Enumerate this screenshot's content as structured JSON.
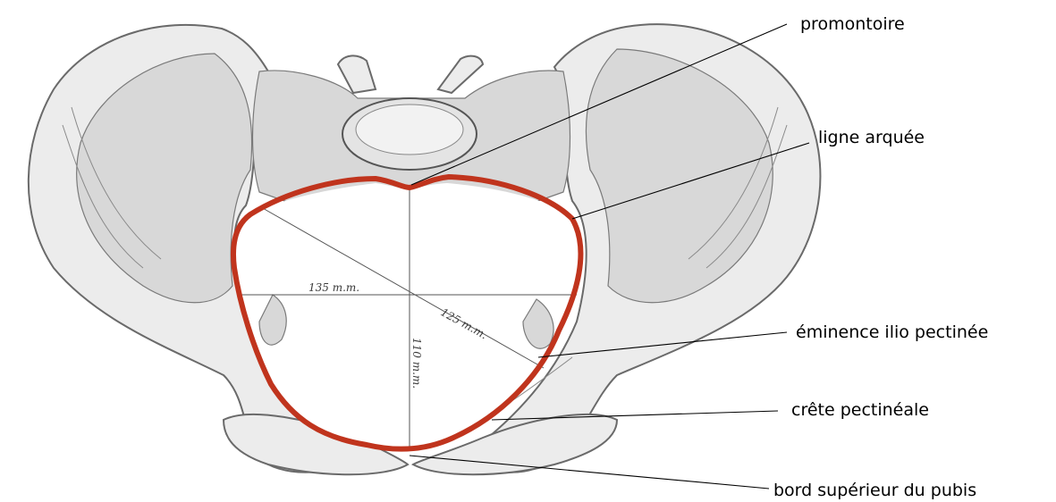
{
  "labels": {
    "promontoire": "promontoire",
    "ligne_arquee": "ligne arquée",
    "eminence": "éminence ilio pectinée",
    "crete": "crête pectinéale",
    "bord_pubis": "bord supérieur du pubis"
  },
  "measurements": {
    "transverse": "135 m.m.",
    "oblique": "125 m.m.",
    "conjugate": "110 m.m."
  },
  "colors": {
    "pelvic_inlet_outline": "#c0341d",
    "label_text": "#000000",
    "leader_line": "#000000",
    "bone": "#ececec"
  }
}
